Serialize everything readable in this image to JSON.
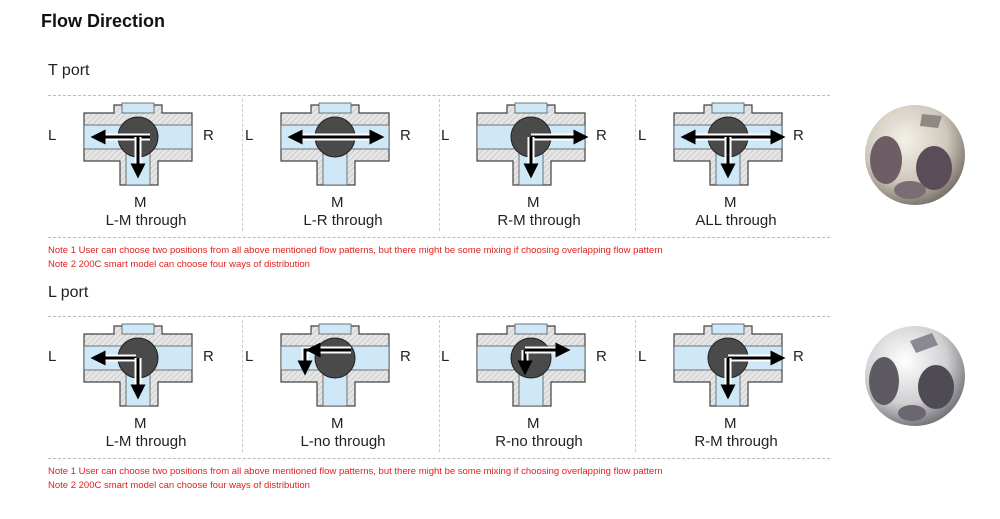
{
  "title": "Flow Direction",
  "sections": [
    {
      "heading": "T port",
      "left_label": "L",
      "right_label": "R",
      "bottom_label": "M",
      "captions": [
        "L-M through",
        "L-R through",
        "R-M through",
        "ALL through"
      ],
      "notes": [
        "Note 1   User can choose two positions from all above mentioned flow patterns, but there might be some mixing if choosing overlapping flow pattern",
        "Note 2   200C smart  model can choose four ways of distribution"
      ]
    },
    {
      "heading": "L port",
      "left_label": "L",
      "right_label": "R",
      "bottom_label": "M",
      "captions": [
        "L-M through",
        "L-no through",
        "R-no through",
        "R-M through"
      ],
      "notes": [
        "Note 1   User can choose two positions from all above mentioned flow patterns, but there might be some mixing if choosing overlapping flow pattern",
        "Note 2   200C smart  model can choose four ways of distribution"
      ]
    }
  ],
  "colors": {
    "fluid": "#cfe8f7",
    "body_hatch": "#bdbdbd",
    "ball": "#4a4a4a",
    "arrow": "#000000",
    "note": "#e0201e"
  }
}
